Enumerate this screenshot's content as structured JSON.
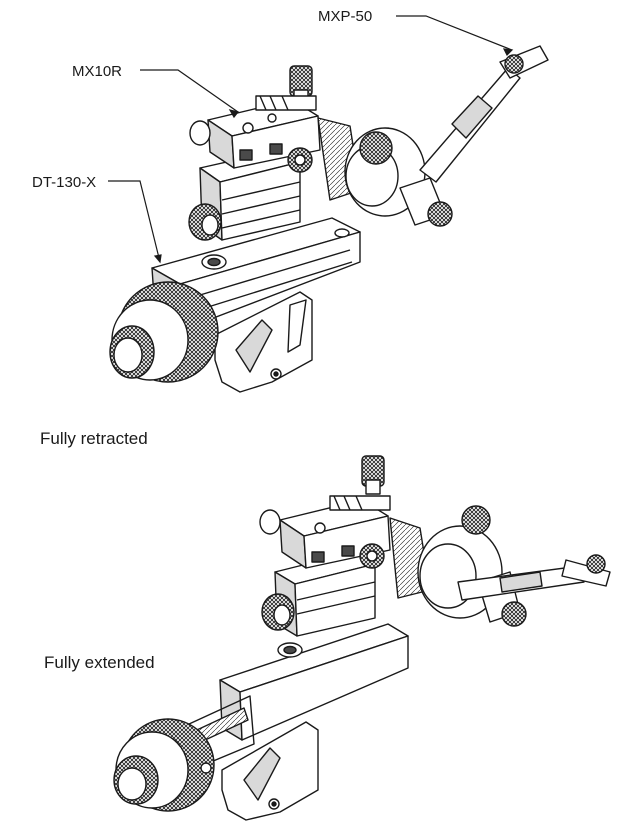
{
  "labels": {
    "mxp50": "MXP-50",
    "mx10r": "MX10R",
    "dt130x": "DT-130-X"
  },
  "captions": {
    "retracted": "Fully retracted",
    "extended": "Fully extended"
  },
  "colors": {
    "line": "#1a1a1a",
    "fill": "#ffffff",
    "shade": "#d9d9d9",
    "dark": "#4a4a4a"
  }
}
